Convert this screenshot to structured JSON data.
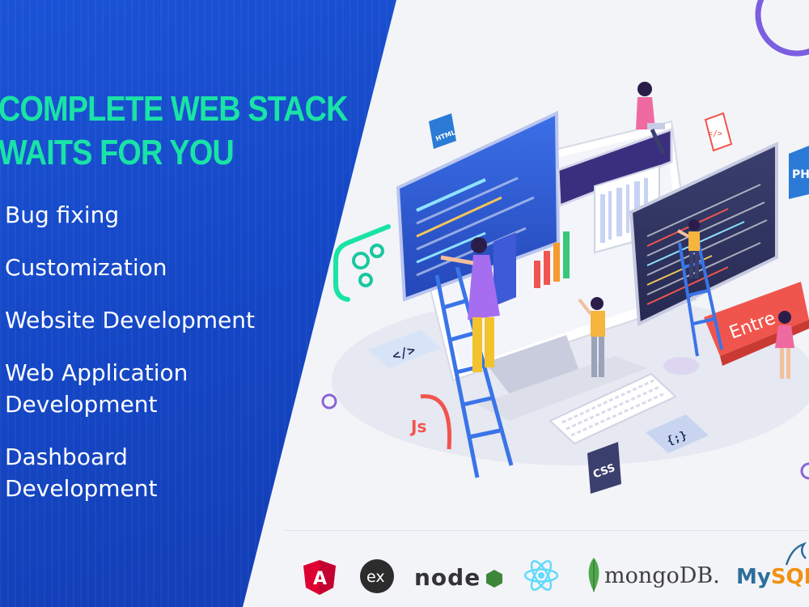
{
  "headline": {
    "line1": "COMPLETE WEB STACK",
    "line2": "WAITS FOR YOU"
  },
  "services": [
    {
      "lines": [
        "Bug fixing"
      ]
    },
    {
      "lines": [
        "Customization"
      ]
    },
    {
      "lines": [
        "Website Development"
      ]
    },
    {
      "lines": [
        "Web Application",
        "Development"
      ]
    },
    {
      "lines": [
        "Dashboard",
        "Development"
      ]
    }
  ],
  "illustration_labels": {
    "html_tag": "HTML",
    "php_tag": "PH",
    "js_tag": "Js",
    "css_tag": "CSS",
    "enter_key": "Entre",
    "code_tag": "</>",
    "angle_tag": "</>",
    "brace_tag": "{;}"
  },
  "tech_logos": {
    "angular": "A",
    "express": "ex",
    "node": "node",
    "mongo": "mongoDB.",
    "mysql_part1": "My",
    "mysql_part2": "SQL"
  },
  "colors": {
    "panel_blue": "#1446c4",
    "headline_green": "#19e3a6",
    "accent_red": "#f0554d",
    "accent_purple": "#7b3fe0",
    "angular_red": "#dd0031",
    "node_green": "#3c873a",
    "react_cyan": "#61dafb",
    "mongo_green": "#4fa94d",
    "mysql_blue": "#2e6f9a"
  }
}
